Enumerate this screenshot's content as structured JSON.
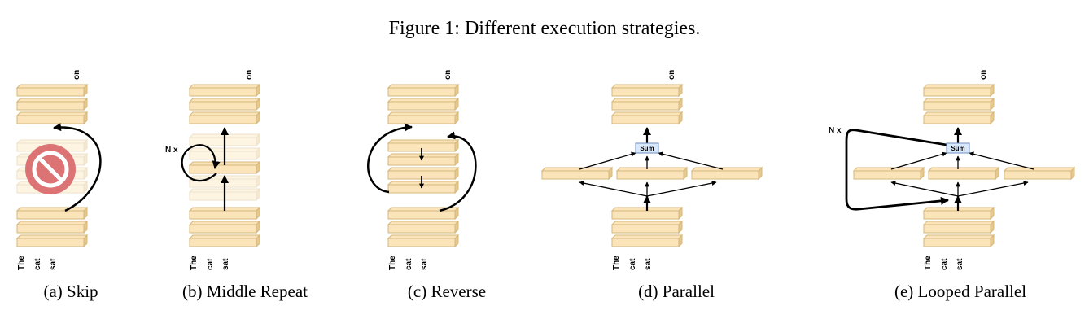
{
  "title": "Figure 1: Different execution strategies.",
  "captions": {
    "a": "(a) Skip",
    "b": "(b) Middle Repeat",
    "c": "(c) Reverse",
    "d": "(d) Parallel",
    "e": "(e) Looped Parallel"
  },
  "tokens": [
    "The",
    "cat",
    "sat"
  ],
  "output_token": "on",
  "repeat_label": "N x",
  "sum_label": "Sum",
  "colors": {
    "layer_face": "#fbe4b9",
    "layer_side": "#e5c98f",
    "layer_stroke": "#d6b77a",
    "prohibited_red": "#d9676a",
    "sum_box": "#dae8fc",
    "sum_stroke": "#6c8ebf"
  },
  "icons": [
    "prohibited-icon"
  ]
}
